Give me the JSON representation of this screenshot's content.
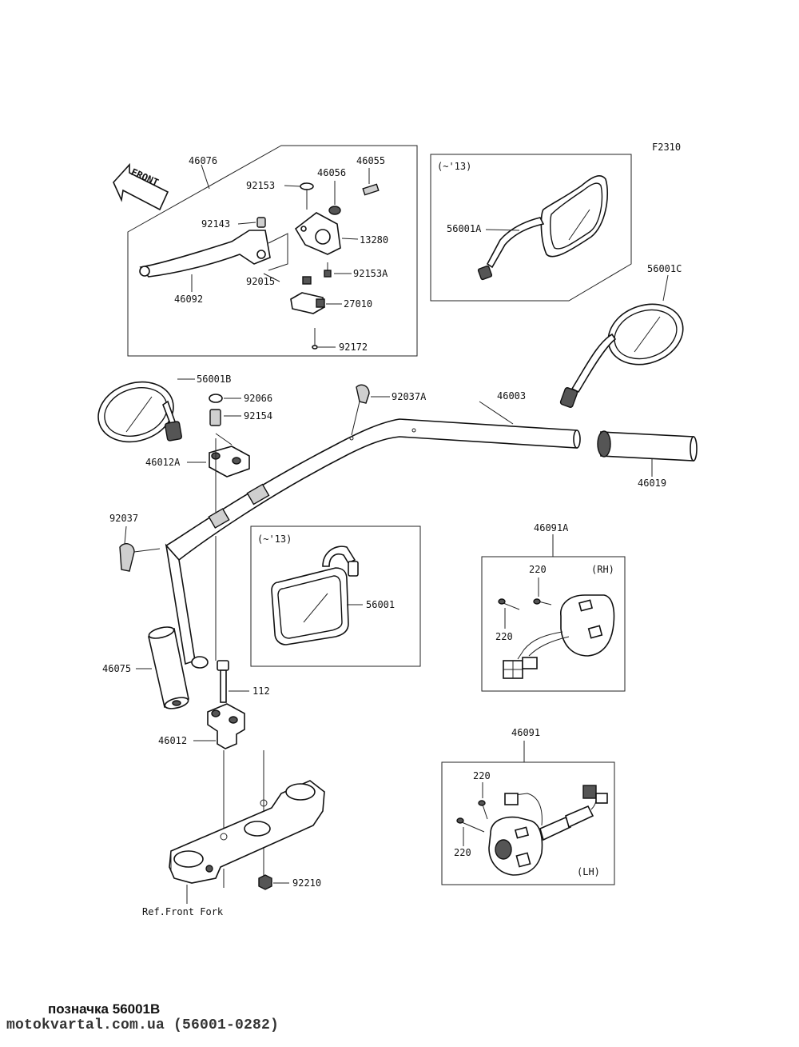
{
  "figure_code": "F2310",
  "front_label": "FRONT",
  "labels": {
    "p46076": "46076",
    "p92153": "92153",
    "p46056": "46056",
    "p46055": "46055",
    "p92143": "92143",
    "p13280": "13280",
    "p92015": "92015",
    "p92153A": "92153A",
    "p46092": "46092",
    "p27010": "27010",
    "p92172": "92172",
    "p56001A": "56001A",
    "p56001C": "56001C",
    "p56001B": "56001B",
    "p92066": "92066",
    "p92154": "92154",
    "p92037A": "92037A",
    "p46003": "46003",
    "p46012A": "46012A",
    "p46019": "46019",
    "p92037": "92037",
    "p56001": "56001",
    "p46091A": "46091A",
    "p220a": "220",
    "p220b": "220",
    "p220c": "220",
    "p220d": "220",
    "p46075": "46075",
    "p112": "112",
    "p46012": "46012",
    "p46091": "46091",
    "p92210": "92210",
    "ref_front_fork": "Ref.Front Fork"
  },
  "boxes": {
    "mirror_a_note": "(~'13)",
    "mirror_note": "(~'13)",
    "switch_rh_note": "(RH)",
    "switch_lh_note": "(LH)"
  },
  "caption": "позначка 56001B",
  "source": "motokvartal.com.ua (56001-0282)"
}
